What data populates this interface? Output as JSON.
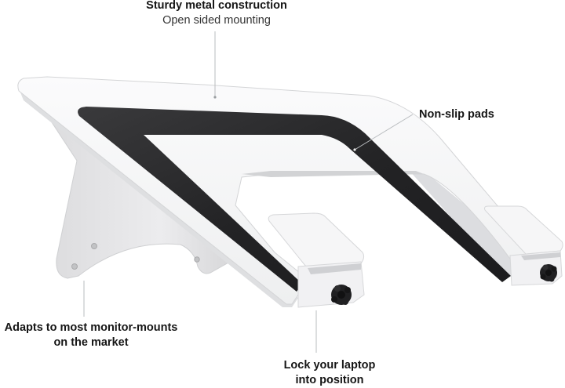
{
  "diagram": {
    "subject": "Laptop tray for monitor mount",
    "colors": {
      "background": "#ffffff",
      "metal": "#f4f4f5",
      "metal_shadow": "#d9dadc",
      "stand": "#e6e6e8",
      "pad": "#2b2b2d",
      "knob": "#1c1c1c",
      "leader_line": "#b9bcbf",
      "text": "#151515"
    },
    "callouts": [
      {
        "id": "construction",
        "title": "Sturdy metal construction",
        "subtitle": "Open sided mounting",
        "icon": "leader-line"
      },
      {
        "id": "pads",
        "title": "Non-slip pads",
        "icon": "leader-line"
      },
      {
        "id": "mount",
        "title_line1": "Adapts to most monitor-mounts",
        "title_line2": "on the market",
        "icon": "leader-line"
      },
      {
        "id": "lock",
        "title_line1": "Lock your laptop",
        "title_line2": "into position",
        "icon": "leader-line"
      }
    ]
  }
}
